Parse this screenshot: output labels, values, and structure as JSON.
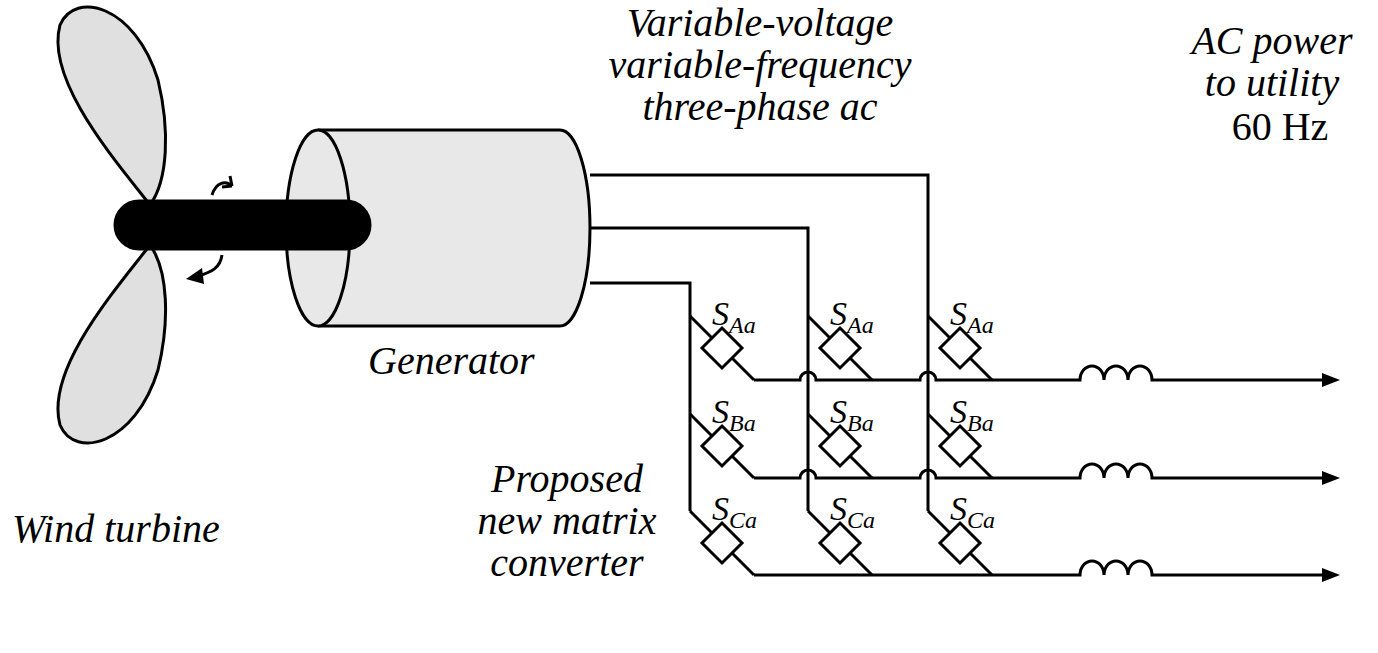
{
  "diagram": {
    "labels": [
      "Variable-voltage variable-frequency three-phase ac",
      "AC power to utility",
      "60 Hz",
      "Generator",
      "SAa",
      "SAa",
      "SAa",
      "SBa",
      "SBa",
      "SBa",
      "SCa",
      "SCa",
      "SCa",
      "Wind turbine",
      "Proposed new matrix converter"
    ]
  }
}
